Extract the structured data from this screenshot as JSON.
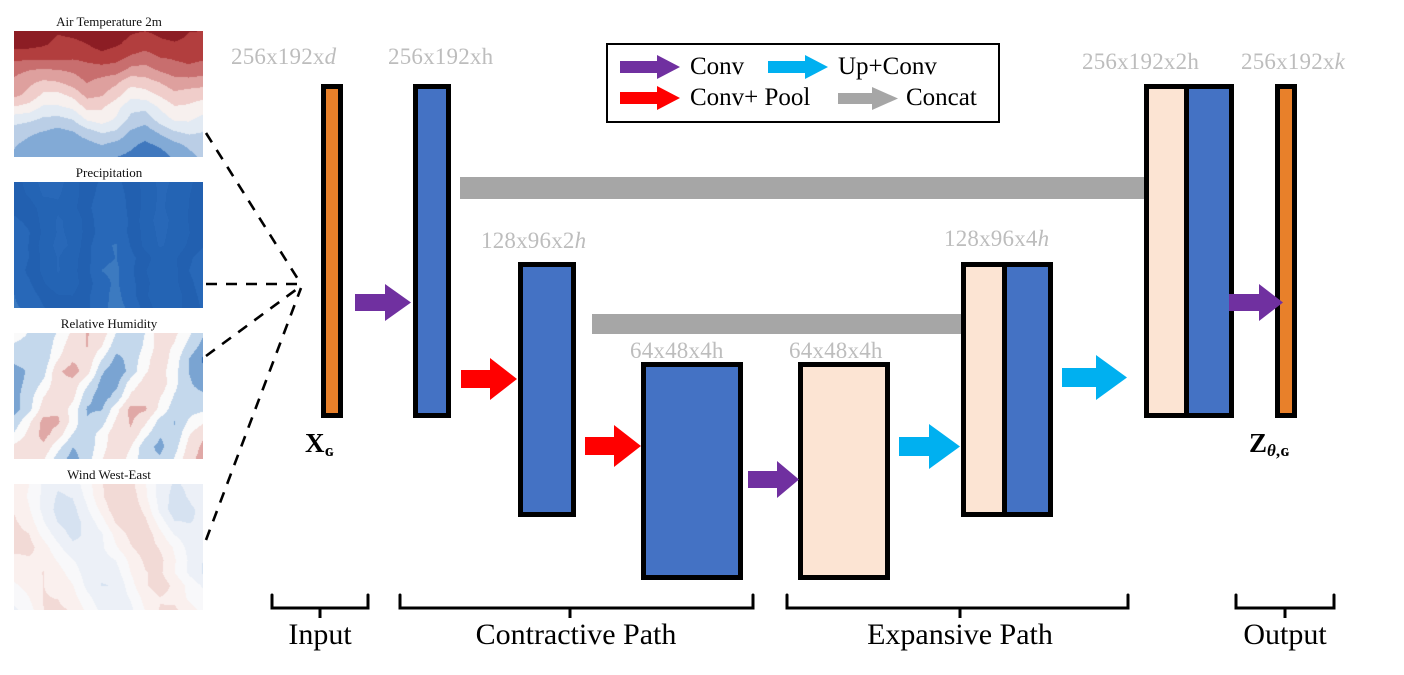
{
  "figure": {
    "kind": "u-net-architecture-diagram",
    "background": "#ffffff"
  },
  "input_fields": [
    {
      "title": "Air Temperature 2m",
      "seed": 11,
      "palette": "RdBu_warm"
    },
    {
      "title": "Precipitation",
      "seed": 27,
      "palette": "Blues_deep"
    },
    {
      "title": "Relative Humidity",
      "seed": 43,
      "palette": "RdBu_hot"
    },
    {
      "title": "Wind West-East",
      "seed": 59,
      "palette": "RdBu_pale"
    }
  ],
  "dimension_labels": [
    {
      "id": "dim-input",
      "prefix": "256x192x",
      "suffix": "d",
      "italic_suffix": true
    },
    {
      "id": "dim-enc1",
      "prefix": "256x192x",
      "suffix": "h",
      "italic_suffix": false
    },
    {
      "id": "dim-enc2",
      "prefix": "128x96x2",
      "suffix": "h",
      "italic_suffix": true
    },
    {
      "id": "dim-bottleneck",
      "prefix": "64x48x4",
      "suffix": "h",
      "italic_suffix": false
    },
    {
      "id": "dim-dec-bottom",
      "prefix": "64x48x4",
      "suffix": "h",
      "italic_suffix": false
    },
    {
      "id": "dim-dec2",
      "prefix": "128x96x4",
      "suffix": "h",
      "italic_suffix": true
    },
    {
      "id": "dim-dec1",
      "prefix": "256x192x2",
      "suffix": "h",
      "italic_suffix": false
    },
    {
      "id": "dim-output",
      "prefix": "256x192x",
      "suffix": "k",
      "italic_suffix": true
    }
  ],
  "tensor_labels": {
    "input": {
      "base": "X",
      "sub": "ɢ"
    },
    "output": {
      "base": "Z",
      "sub_italic": "θ",
      "sub_rest": ",ɢ"
    }
  },
  "legend": {
    "entries": [
      {
        "label": "Conv",
        "color": "#7030a0",
        "icon": "arrow-right-icon"
      },
      {
        "label": "Up+Conv",
        "color": "#00b0f0",
        "icon": "arrow-right-icon"
      },
      {
        "label": "Conv+ Pool",
        "color": "#ff0000",
        "icon": "arrow-right-icon"
      },
      {
        "label": "Concat",
        "color": "#a6a6a6",
        "icon": "arrow-right-icon"
      }
    ]
  },
  "sections": [
    {
      "label": "Input"
    },
    {
      "label": "Contractive Path"
    },
    {
      "label": "Expansive Path"
    },
    {
      "label": "Output"
    }
  ],
  "colors": {
    "orange": "#e8802a",
    "blue": "#4472c4",
    "peach": "#fce4d3",
    "conv_purple": "#7030a0",
    "pool_red": "#ff0000",
    "up_cyan": "#00b0f0",
    "concat_gray": "#a6a6a6",
    "dim_text": "#bdbdbd",
    "outline": "#000000"
  }
}
